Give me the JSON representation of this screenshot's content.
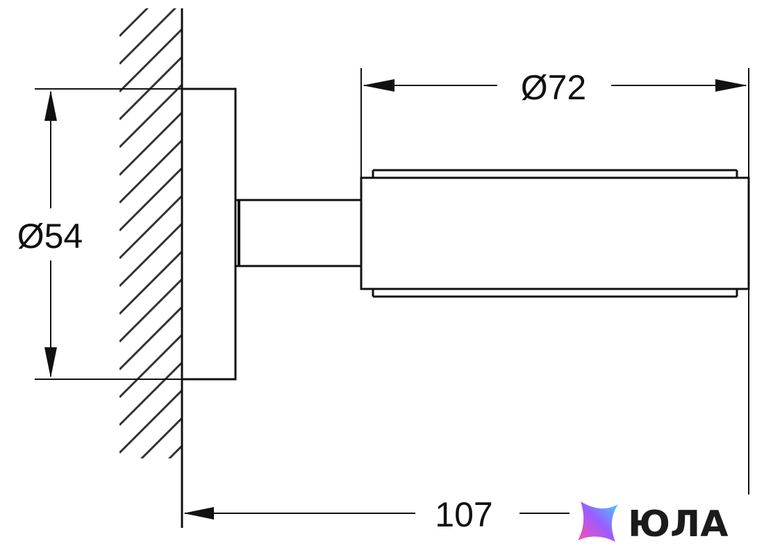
{
  "dimensions": {
    "width_label": "Ø72",
    "height_label": "Ø54",
    "projection_label": "107"
  },
  "logo": {
    "text": "ЮЛА",
    "gradient_colors": [
      "#ff4fb0",
      "#9b5cff",
      "#3fd0ff"
    ]
  },
  "colors": {
    "line": "#111111",
    "hatch": "#333333",
    "background": "#ffffff"
  }
}
